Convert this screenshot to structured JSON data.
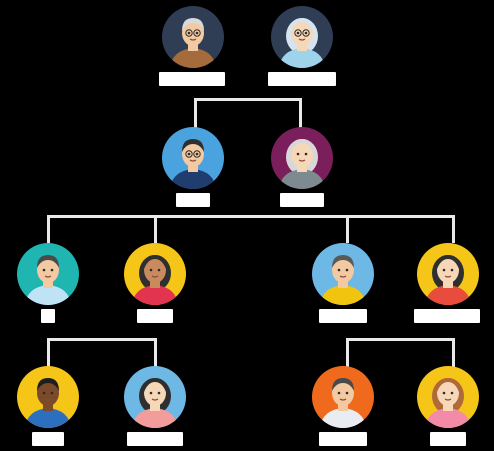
{
  "family_tree": {
    "members": [
      {
        "id": "grandfather",
        "role": "grandfather",
        "bg": "#2f3e55",
        "skin": "#f2c9a1",
        "hair": "#d9d9d9",
        "shirt": "#a46b3c"
      },
      {
        "id": "grandmother",
        "role": "grandmother",
        "bg": "#2f3e55",
        "skin": "#f6d7b8",
        "hair": "#d5e4ee",
        "shirt": "#9fd3ec"
      },
      {
        "id": "father",
        "role": "father",
        "bg": "#4aa3df",
        "skin": "#f2c9a1",
        "hair": "#2f2f2f",
        "shirt": "#1f3d6e"
      },
      {
        "id": "mother",
        "role": "mother",
        "bg": "#7a1f5c",
        "skin": "#f6d7b8",
        "hair": "#d8d8d8",
        "shirt": "#7d8a8f"
      },
      {
        "id": "son-1",
        "role": "son",
        "bg": "#1fb5b1",
        "skin": "#f2c9a1",
        "hair": "#4a4a4a",
        "shirt": "#bfe3f5"
      },
      {
        "id": "daughter-in-law-1",
        "role": "daughter-in-law",
        "bg": "#f5c518",
        "skin": "#c98a5e",
        "hair": "#2f2f2f",
        "shirt": "#e2334f"
      },
      {
        "id": "son-2",
        "role": "son",
        "bg": "#6db8e5",
        "skin": "#f2c9a1",
        "hair": "#5a5a5a",
        "shirt": "#f1c40f"
      },
      {
        "id": "daughter-in-law-2",
        "role": "daughter-in-law",
        "bg": "#f5c518",
        "skin": "#f6d7b8",
        "hair": "#2f2f2f",
        "shirt": "#e74c3c"
      },
      {
        "id": "grandson-1",
        "role": "grandson",
        "bg": "#f5c518",
        "skin": "#7a4a2a",
        "hair": "#1e1e1e",
        "shirt": "#2c6fbf"
      },
      {
        "id": "granddaughter-1",
        "role": "granddaughter",
        "bg": "#6db8e5",
        "skin": "#f6d7b8",
        "hair": "#2f2f2f",
        "shirt": "#f39c9c"
      },
      {
        "id": "grandson-2",
        "role": "grandson",
        "bg": "#f06a1e",
        "skin": "#f2c9a1",
        "hair": "#4a4a4a",
        "shirt": "#e9edf2"
      },
      {
        "id": "granddaughter-2",
        "role": "granddaughter",
        "bg": "#f5c518",
        "skin": "#f6d7b8",
        "hair": "#b06a3a",
        "shirt": "#f28aa8"
      }
    ],
    "line_color": "#e9e9ec"
  }
}
